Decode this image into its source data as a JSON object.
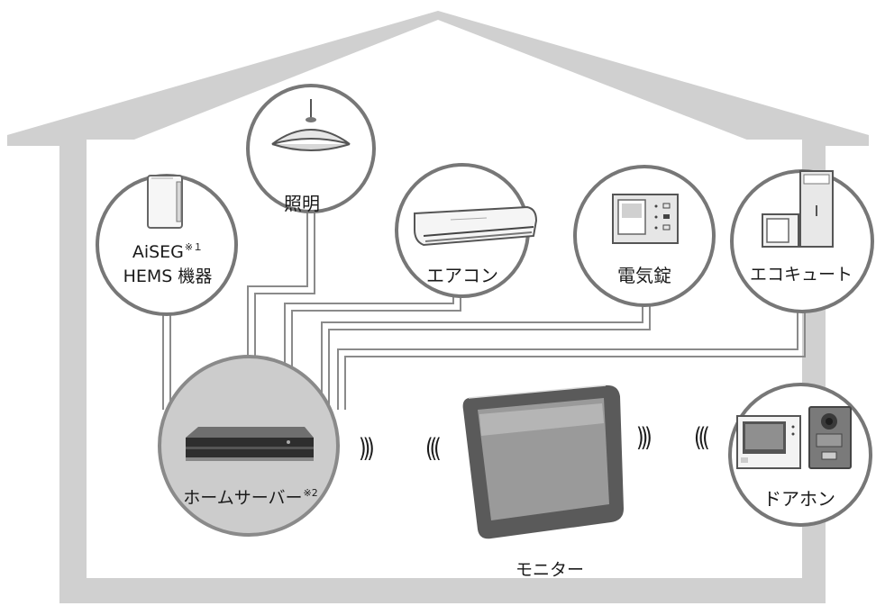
{
  "nodes": {
    "lighting": {
      "label": "照明"
    },
    "aiseg": {
      "label_line1": "AiSEG",
      "label_line1_note": "※１",
      "label_line2": "HEMS 機器"
    },
    "aircon": {
      "label": "エアコン"
    },
    "electric_lock": {
      "label": "電気錠"
    },
    "ecocute": {
      "label": "エコキュート"
    },
    "home_server": {
      "label": "ホームサーバー",
      "label_note": "※2"
    },
    "monitor": {
      "label": "モニター"
    },
    "doorphone": {
      "label": "ドアホン"
    }
  },
  "wireless_marks": {
    "right": ")))",
    "left": "((("
  },
  "colors": {
    "house_wall": "#c8c8c8",
    "node_border": "#7a7a7a",
    "connector": "#888888",
    "server_fill": "#cccccc"
  }
}
